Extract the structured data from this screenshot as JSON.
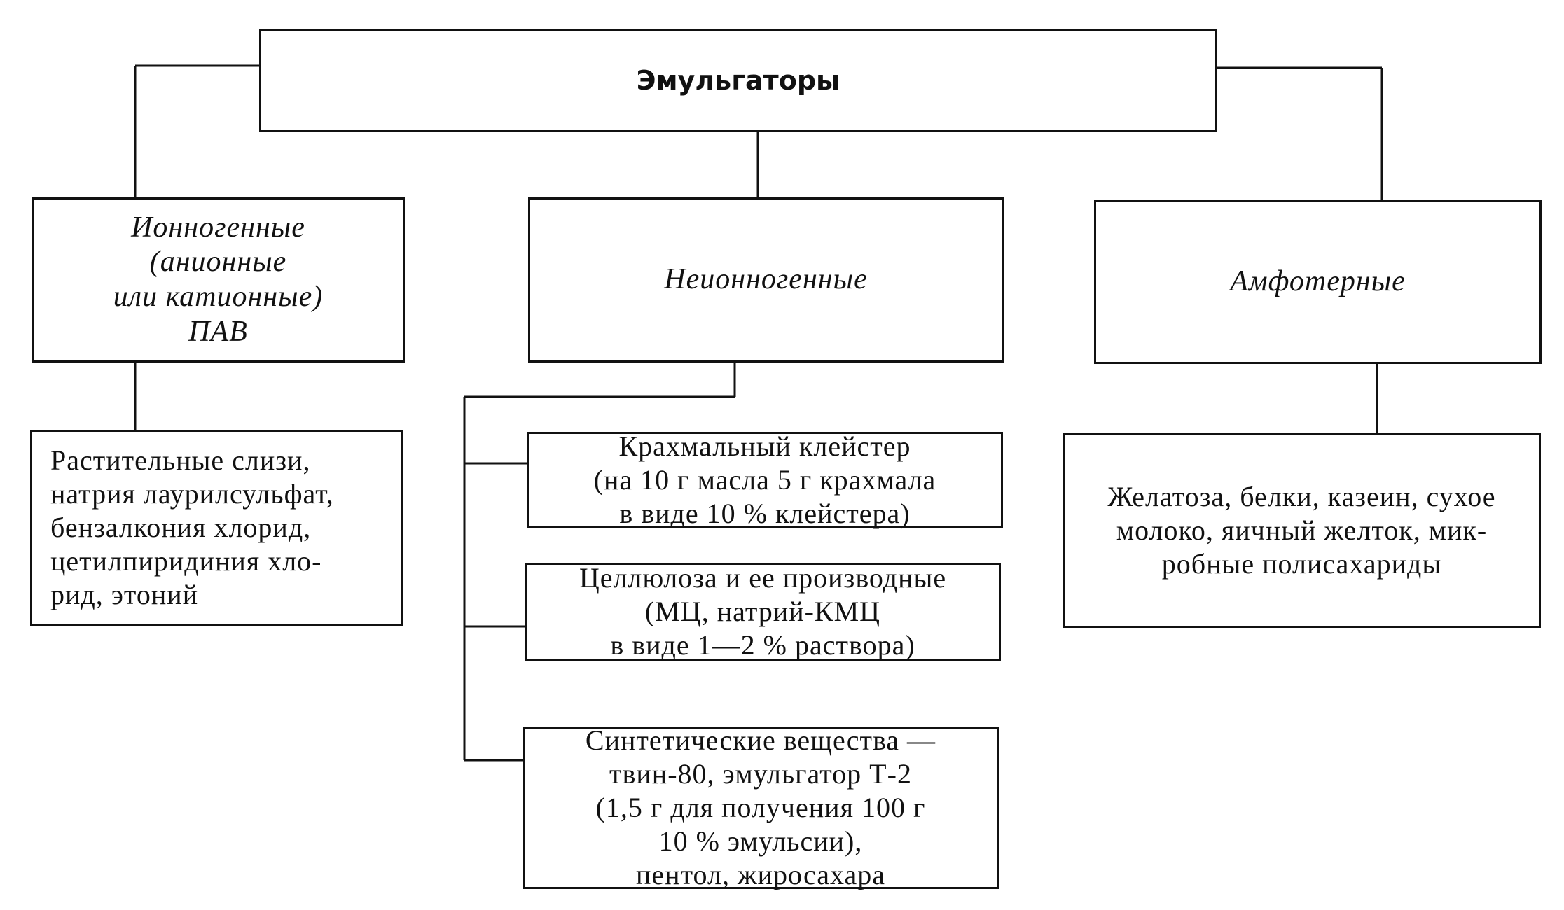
{
  "root": {
    "label": "Эмульгаторы"
  },
  "categories": {
    "ionic": {
      "label": "Ионногенные\n(анионные\nили катионные)\nПАВ"
    },
    "nonionic": {
      "label": "Неионногенные"
    },
    "amphoteric": {
      "label": "Амфотерные"
    }
  },
  "examples": {
    "ionic": {
      "label": "Растительные слизи,\nнатрия лаурилсульфат,\nбензалкония хлорид,\nцетилпиридиния хло-\nрид, этоний"
    },
    "starch": {
      "label": "Крахмальный клейстер\n(на 10 г масла 5 г крахмала\nв виде 10 % клейстера)"
    },
    "cellulose": {
      "label": "Целлюлоза и ее производные\n(МЦ, натрий-КМЦ\nв виде 1—2 % раствора)"
    },
    "synthetic": {
      "label": "Синтетические вещества —\nтвин-80, эмульгатор Т-2\n(1,5 г для получения 100 г\n10 % эмульсии),\nпентол, жиросахара"
    },
    "amphoteric": {
      "label": "Желатоза, белки, казеин, сухое\nмолоко, яичный желток, мик-\nробные полисахариды"
    }
  }
}
